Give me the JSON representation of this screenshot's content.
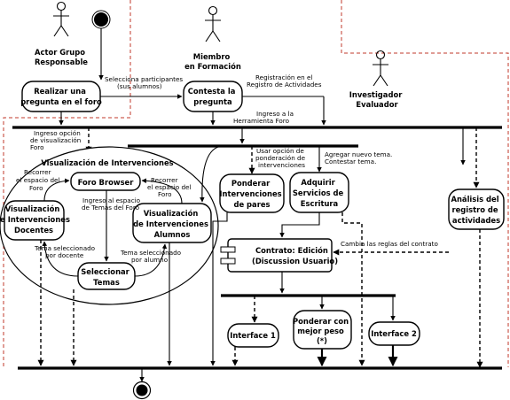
{
  "actors": {
    "actor_grupo": [
      "Actor Grupo",
      "Responsable"
    ],
    "miembro": [
      "Miembro",
      "en Formación"
    ],
    "investigador": [
      "Investigador",
      "Evaluador"
    ]
  },
  "activities": {
    "realizar": [
      "Realizar una",
      "pregunta en el foro"
    ],
    "contesta": [
      "Contesta la",
      "pregunta"
    ],
    "foro_browser": [
      "Foro Browser"
    ],
    "vis_docentes": [
      "Visualización",
      "de Intervenciones",
      "Docentes"
    ],
    "vis_alumnos": [
      "Visualización",
      "de Intervenciones",
      "Alumnos"
    ],
    "seleccionar": [
      "Seleccionar",
      "Temas"
    ],
    "ponderar_pares": [
      "Ponderar",
      "Intervenciones",
      "de pares"
    ],
    "adquirir": [
      "Adquirir",
      "Servicios de",
      "Escritura"
    ],
    "analisis": [
      "Análisis del",
      "registro de",
      "actividades"
    ],
    "interface1": [
      "Interface 1"
    ],
    "ponderar_mejor": [
      "Ponderar con",
      "mejor peso",
      "(*)"
    ],
    "interface2": [
      "Interface 2"
    ]
  },
  "labels": {
    "selecciona": [
      "Selecciona participantes",
      "(sus alumnos)"
    ],
    "registracion": [
      "Registración en el",
      "Registro de Actividades"
    ],
    "ingreso_herramienta": [
      "Ingreso a la",
      "Herramienta Foro"
    ],
    "ingreso_opcion": [
      "Ingreso opción",
      "de visualización",
      "Foro"
    ],
    "vis_intervenciones_title": "Visualización de Intervenciones",
    "recorrer_izq": [
      "Recorrer",
      "el espacio del",
      "Foro"
    ],
    "recorrer_der": [
      "Recorrer",
      "el espacio del",
      "Foro"
    ],
    "ingreso_espacio": [
      "Ingreso al espacio",
      "de Temas del Foro"
    ],
    "tema_docente": [
      "Tema seleccionado",
      "por docente"
    ],
    "tema_alumno": [
      "Tema seleccionado",
      "por alumno"
    ],
    "usar_opcion": [
      "Usar opción de",
      "ponderación de",
      "intervenciones"
    ],
    "agregar": [
      "Agregar nuevo tema.",
      "Contestar tema."
    ],
    "cambia_reglas": "Cambia las reglas del contrato",
    "contrato": [
      "Contrato: Edición",
      "(Discussion  Usuario)"
    ]
  }
}
